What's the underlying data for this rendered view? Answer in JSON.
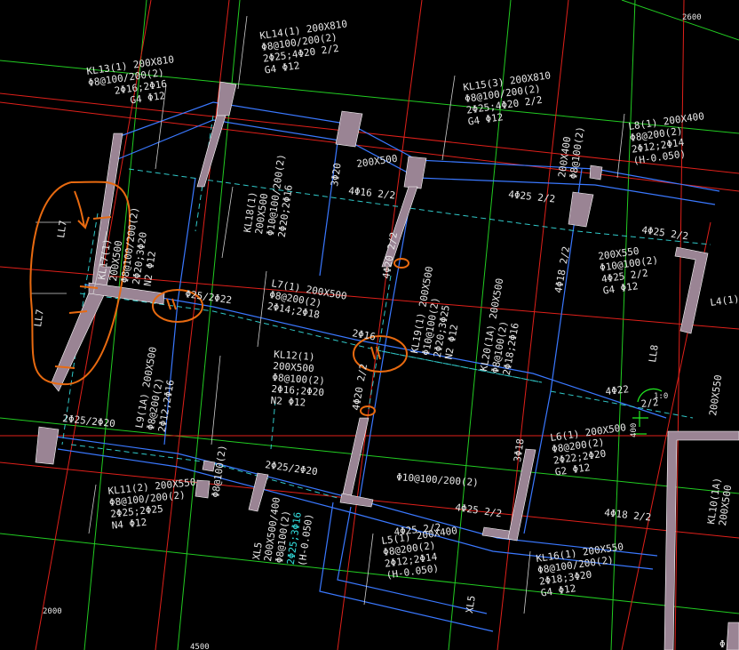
{
  "drawing": {
    "colors": {
      "background": "#000000",
      "axis_green": "#22cc22",
      "axis_red": "#e0201a",
      "beam_blue": "#3a78ff",
      "beam_dash_cyan": "#30c8c8",
      "column": "#9a8494",
      "markup_orange": "#e86a10",
      "text": "#e8e8e8"
    },
    "dimensions": [
      "2600",
      "2000",
      "4500"
    ],
    "labels": [
      [
        "KL14(1) 200X810",
        "Φ8@100/200(2)",
        "2Φ25;4Φ20 2/2",
        "G4 Φ12"
      ],
      [
        "KL13(1) 200X810",
        "Φ8@100/200(2)",
        "2Φ16;2Φ16",
        "G4 Φ12"
      ],
      [
        "KL15(3) 200X810",
        "Φ8@100/200(2)",
        "2Φ25;4Φ20 2/2",
        "G4 Φ12"
      ],
      [
        "L8(1) 200X400",
        "Φ8@200(2)",
        "2Φ12;2Φ14",
        "(H-0.050)"
      ],
      [
        "KL18(1)",
        "200X500",
        "Φ10@100/200(2)",
        "2Φ20;2Φ16"
      ],
      [
        "KL17(1)",
        "200X500",
        "Φ8@100/200(2)",
        "2Φ20;3Φ20",
        "N2 Φ12"
      ],
      [
        "L7(1) 200X500",
        "Φ8@200(2)",
        "2Φ14;2Φ18"
      ],
      [
        "KL12(1)",
        "200X500",
        "Φ8@100(2)",
        "2Φ16;2Φ20",
        "N2 Φ12"
      ],
      [
        "KL19(1) 200X500",
        "Φ10@100(2)",
        "2Φ20;3Φ25",
        "N2 Φ12"
      ],
      [
        "KL20(1A) 200X500",
        "Φ8@100(2)",
        "2Φ18;2Φ16"
      ],
      [
        "200X550",
        "Φ10@100(2)",
        "4Φ25 2/2",
        "G4 Φ12"
      ],
      [
        "L9(1A) 200X500",
        "Φ8@200(2)",
        "2Φ12;2Φ16"
      ],
      [
        "L6(1) 200X500",
        "Φ8@200(2)",
        "2Φ22;2Φ20",
        "G2 Φ12"
      ],
      [
        "KL11(2) 200X550",
        "Φ8@100/200(2)",
        "2Φ25;2Φ25",
        "N4 Φ12"
      ],
      [
        "L5(1) 200X400",
        "Φ8@200(2)",
        "2Φ12;2Φ14",
        "(H-0.050)"
      ],
      [
        "KL16(1) 200X550",
        "Φ8@100/200(2)",
        "2Φ18;3Φ20",
        "G4 Φ12"
      ],
      [
        "XL5",
        "200X500/400",
        "Φ8@100(2)",
        "2Φ25;3Φ16",
        "(H-0.050)"
      ],
      [
        "200X550"
      ],
      [
        "KL10(1A)",
        "200X500"
      ],
      [
        "200X400",
        "Φ8@100(2)"
      ]
    ],
    "tags": [
      "200X500",
      "3Φ20",
      "4Φ16 2/2",
      "4Φ25 2/2",
      "4Φ25 2/2",
      "4Φ20 2/2",
      "4Φ18 2/2",
      "LL7",
      "LL7",
      "Φ25/2Φ22",
      "2Φ16",
      "4Φ20 2/2",
      "LL8",
      "L4(1)",
      "4Φ22",
      "2/2",
      "2Φ25/2Φ20",
      "Φ8@100(2)",
      "2Φ25/2Φ20",
      "Φ10@100/200(2)",
      "4Φ25 2/2",
      "3Φ18",
      "4Φ18 2/2",
      "4Φ25 2/2",
      "XL5",
      "400",
      "1:0",
      "Φ"
    ]
  }
}
